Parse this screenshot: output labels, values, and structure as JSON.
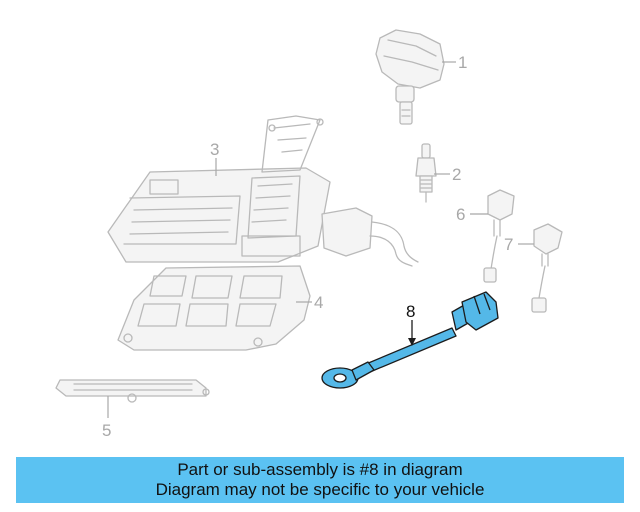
{
  "callouts": {
    "c1": "1",
    "c2": "2",
    "c3": "3",
    "c4": "4",
    "c5": "5",
    "c6": "6",
    "c7": "7",
    "c8": "8"
  },
  "highlighted_part": "8",
  "colors": {
    "highlight": "#54b8e8",
    "banner": "#5bc2f2",
    "ghost_line": "#b9b9b9"
  },
  "banner": {
    "line1": "Part or sub-assembly is #8 in diagram",
    "line2": "Diagram may not be specific to your vehicle"
  }
}
